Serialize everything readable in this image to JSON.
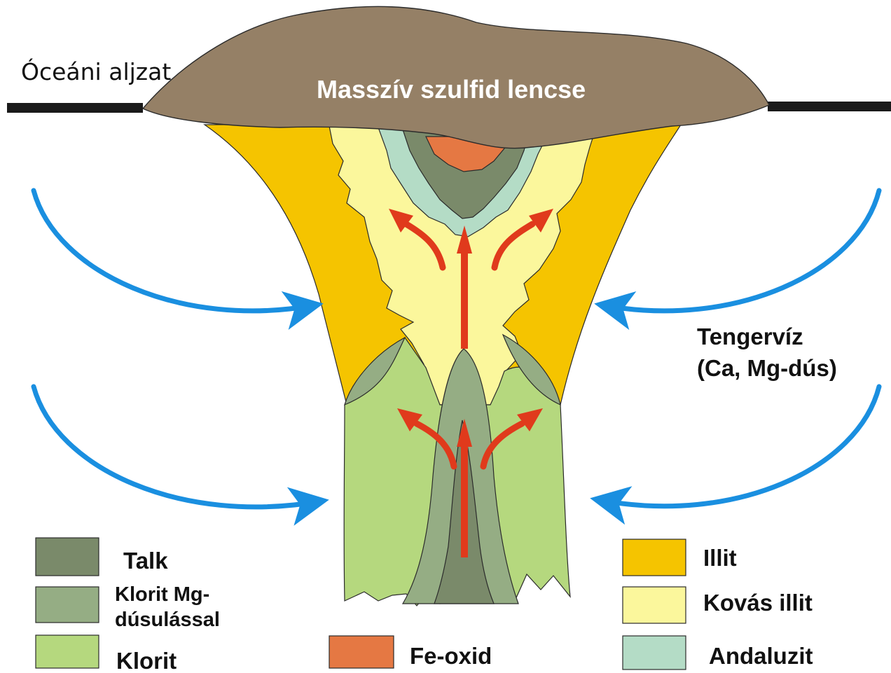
{
  "labels": {
    "ocean_floor": "Óceáni aljzat",
    "sulfide_lens": "Masszív szulfid lencse",
    "seawater_line1": "Tengervíz",
    "seawater_line2": "(Ca, Mg-dús)"
  },
  "legend": [
    {
      "key": "talk",
      "lines": [
        "Talk"
      ],
      "color": "#7a8a6a"
    },
    {
      "key": "klorit_mg",
      "lines": [
        "Klorit Mg-",
        "dúsulással"
      ],
      "color": "#95ad84"
    },
    {
      "key": "klorit",
      "lines": [
        "Klorit"
      ],
      "color": "#b5d87e"
    },
    {
      "key": "fe_oxid",
      "lines": [
        "Fe-oxid"
      ],
      "color": "#e57843"
    },
    {
      "key": "illit",
      "lines": [
        "Illit"
      ],
      "color": "#f5c400"
    },
    {
      "key": "kovas_illit",
      "lines": [
        "Kovás illit"
      ],
      "color": "#fbf79c"
    },
    {
      "key": "andaluzit",
      "lines": [
        "Andaluzit"
      ],
      "color": "#b4dcc6"
    }
  ],
  "colors": {
    "sulfide": "#958066",
    "seafloor": "#1a1a1a",
    "seawater_arrow": "#1a8fe0",
    "fluid_arrow": "#e03a1c",
    "outline": "#2b2b2b"
  }
}
